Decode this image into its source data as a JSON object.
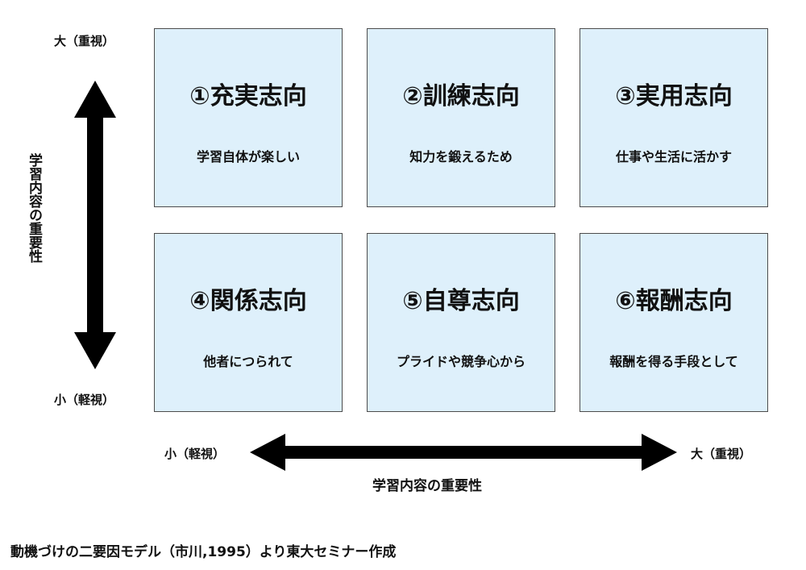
{
  "y_axis": {
    "top_label": "大（重視）",
    "bottom_label": "小（軽視）",
    "title": "学習内容の重要性"
  },
  "x_axis": {
    "left_label": "小（軽視）",
    "right_label": "大（重視）",
    "title": "学習内容の重要性"
  },
  "cells": [
    {
      "title": "①充実志向",
      "subtitle": "学習自体が楽しい"
    },
    {
      "title": "②訓練志向",
      "subtitle": "知力を鍛えるため"
    },
    {
      "title": "③実用志向",
      "subtitle": "仕事や生活に活かす"
    },
    {
      "title": "④関係志向",
      "subtitle": "他者につられて"
    },
    {
      "title": "⑤自尊志向",
      "subtitle": "プライドや競争心から"
    },
    {
      "title": "⑥報酬志向",
      "subtitle": "報酬を得る手段として"
    }
  ],
  "caption": "動機づけの二要因モデル（市川,1995）より東大セミナー作成",
  "colors": {
    "cell_fill": "#def0fb",
    "cell_border": "#4c4c4c",
    "arrow": "#000000"
  }
}
